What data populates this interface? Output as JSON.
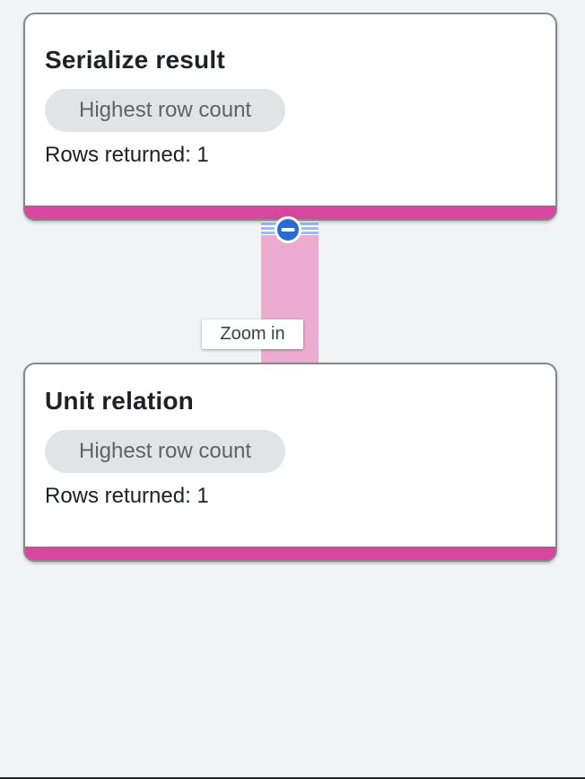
{
  "plan": {
    "nodes": [
      {
        "title": "Serialize result",
        "badge": "Highest row count",
        "rows": "Rows returned: 1"
      },
      {
        "title": "Unit relation",
        "badge": "Highest row count",
        "rows": "Rows returned: 1"
      }
    ],
    "edge": {
      "tooltip": "Zoom in",
      "collapse_icon": "minus-icon"
    }
  },
  "colors": {
    "background": "#f1f3f4",
    "card_bg": "#ffffff",
    "card_border": "#85898e",
    "accent_bar_magenta": "#d6489d",
    "edge_band_pink": "#ecacd2",
    "stripe_blue": "#9db9f0",
    "collapse_button_blue": "#2a6bd2",
    "badge_bg": "#e2e3e5",
    "badge_text": "#5f6368",
    "title_text": "#202124",
    "tooltip_text": "#3c4043"
  }
}
